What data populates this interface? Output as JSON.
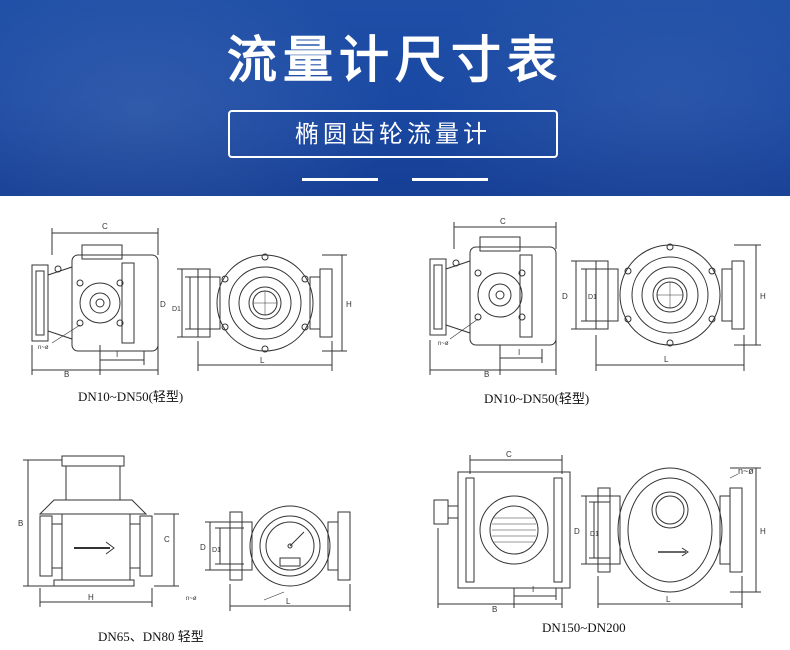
{
  "banner": {
    "title": "流量计尺寸表",
    "subtitle": "椭圆齿轮流量计"
  },
  "figures": [
    {
      "caption": "DN10~DN50(轻型)",
      "labels": {
        "c": "C",
        "b": "B",
        "i": "I",
        "n": "n~ø",
        "d": "D",
        "d1": "D1",
        "h": "H",
        "l": "L"
      }
    },
    {
      "caption": "DN10~DN50(轻型)",
      "labels": {
        "c": "C",
        "b": "B",
        "i": "I",
        "n": "n~ø",
        "d": "D",
        "d1": "D1",
        "h": "H",
        "l": "L"
      }
    },
    {
      "caption": "DN65、DN80 轻型",
      "labels": {
        "b": "B",
        "c": "C",
        "h": "H",
        "n": "n~ø",
        "d": "D",
        "d1": "D1",
        "l": "L"
      }
    },
    {
      "caption": "DN150~DN200",
      "labels": {
        "c": "C",
        "b": "B",
        "i": "I",
        "n": "n~ø",
        "d": "D",
        "d1": "D1",
        "h": "H",
        "l": "L"
      }
    }
  ]
}
